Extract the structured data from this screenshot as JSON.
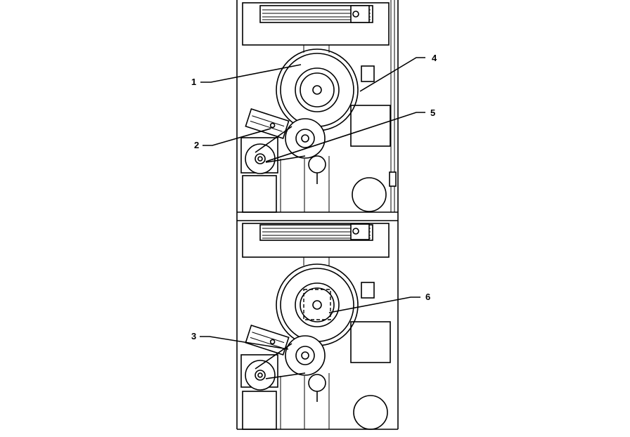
{
  "diagram": {
    "callouts": [
      {
        "id": "callout-1",
        "text": "1"
      },
      {
        "id": "callout-2",
        "text": "2"
      },
      {
        "id": "callout-3",
        "text": "3"
      },
      {
        "id": "callout-4",
        "text": "4"
      },
      {
        "id": "callout-5",
        "text": "5"
      },
      {
        "id": "callout-6",
        "text": "6"
      }
    ],
    "units": [
      {
        "name": "upper-unit"
      },
      {
        "name": "lower-unit"
      }
    ]
  }
}
